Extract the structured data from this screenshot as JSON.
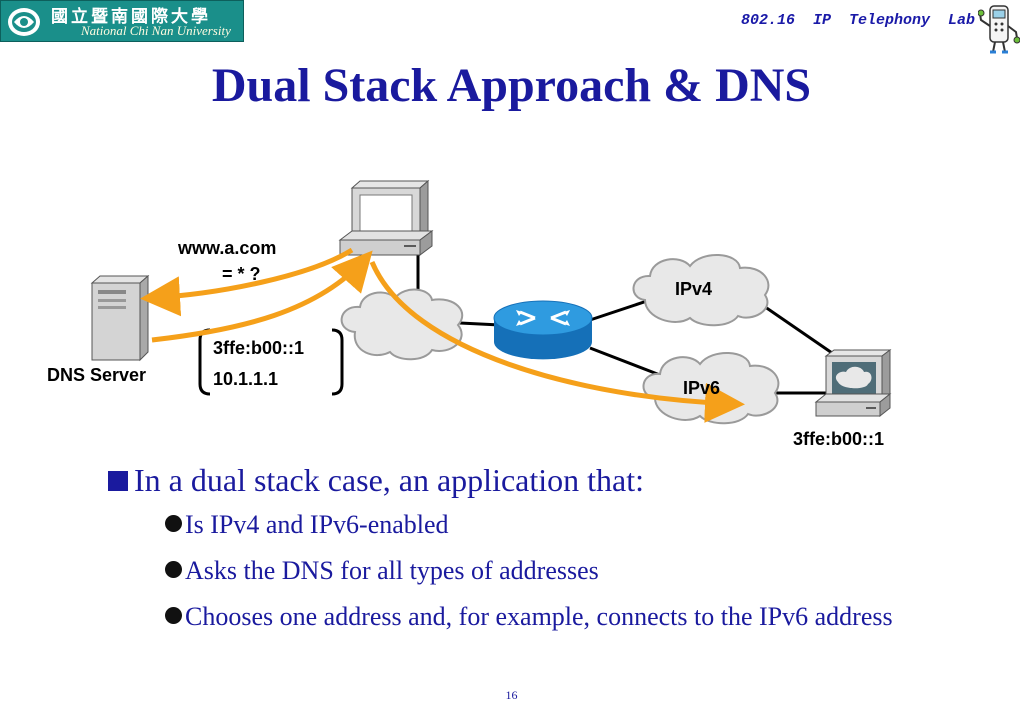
{
  "header": {
    "logo_chinese": "國立暨南國際大學",
    "logo_english": "National Chi Nan University",
    "lab_name": "802.16  IP  Telephony  Lab"
  },
  "title": "Dual Stack Approach & DNS",
  "diagram": {
    "query_label_line1": "www.a.com",
    "query_label_line2": "= * ?",
    "answer_line1": "3ffe:b00::1",
    "answer_line2": "10.1.1.1",
    "dns_server_label": "DNS Server",
    "cloud_ipv4": "IPv4",
    "cloud_ipv6": "IPv6",
    "host_address": "3ffe:b00::1",
    "colors": {
      "arrow": "#f5a01a",
      "router": "#1e8fd6",
      "title": "#1a1a9e"
    }
  },
  "bullets": {
    "main": "In a dual stack case, an application that:",
    "items": [
      "Is IPv4 and IPv6-enabled",
      "Asks the DNS for all types of addresses",
      "Chooses one address and, for example, connects to the IPv6 address"
    ]
  },
  "page_number": "16"
}
